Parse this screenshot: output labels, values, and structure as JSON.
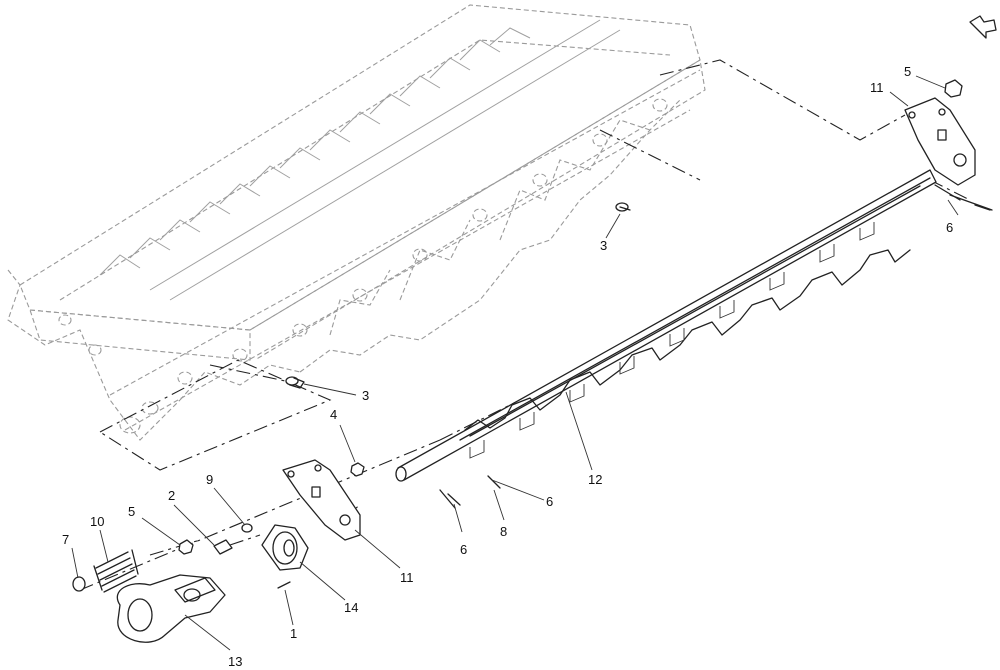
{
  "callouts": [
    {
      "id": "c1",
      "text": "1"
    },
    {
      "id": "c2",
      "text": "2"
    },
    {
      "id": "c3a",
      "text": "3"
    },
    {
      "id": "c3b",
      "text": "3"
    },
    {
      "id": "c4",
      "text": "4"
    },
    {
      "id": "c5a",
      "text": "5"
    },
    {
      "id": "c5b",
      "text": "5"
    },
    {
      "id": "c6a",
      "text": "6"
    },
    {
      "id": "c6b",
      "text": "6"
    },
    {
      "id": "c6c",
      "text": "6"
    },
    {
      "id": "c7",
      "text": "7"
    },
    {
      "id": "c8",
      "text": "8"
    },
    {
      "id": "c9",
      "text": "9"
    },
    {
      "id": "c10",
      "text": "10"
    },
    {
      "id": "c11a",
      "text": "11"
    },
    {
      "id": "c11b",
      "text": "11"
    },
    {
      "id": "c12",
      "text": "12"
    },
    {
      "id": "c13",
      "text": "13"
    },
    {
      "id": "c14",
      "text": "14"
    }
  ],
  "icons": {
    "corner": "return-arrow-icon"
  }
}
